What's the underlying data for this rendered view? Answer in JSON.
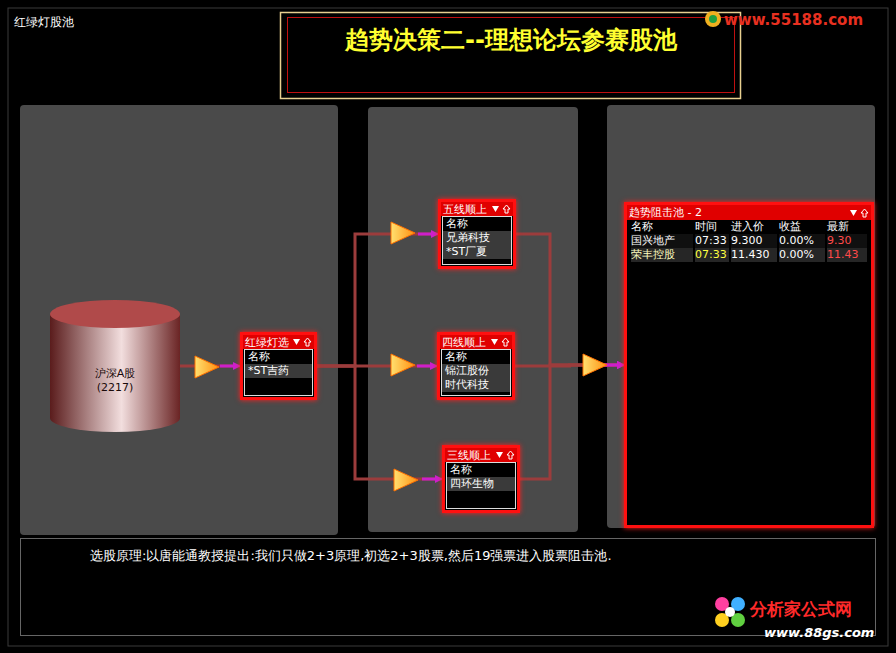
{
  "diagram": {
    "title": "趋势决策二--理想论坛参赛股池",
    "caption": "选股原理:以唐能通教授提出:我们只做2+3原理,初选2+3股票,然后19强票进入股票阻击池.",
    "nodes": [
      {
        "text": [
          "沪深A股",
          "(2217)"
        ]
      },
      {
        "text": [
          "红绿灯选",
          "名称",
          "*ST吉药"
        ]
      },
      {
        "text": [
          "五线顺上",
          "名称",
          "兄弟科技",
          "*ST厂夏"
        ]
      },
      {
        "text": [
          "四线顺上",
          "名称",
          "锦江股份",
          "时代科技"
        ]
      },
      {
        "text": [
          "三线顺上",
          "名称",
          "四环生物"
        ]
      },
      {
        "text": [
          "趋势阻击池 - 2",
          "名称",
          "时间",
          "进入价",
          "收益",
          "最新",
          "国兴地产",
          "07:33",
          "9.300",
          "0.00%",
          "9.30",
          "荣丰控股",
          "07:33",
          "11.430",
          "0.00%",
          "11.43"
        ]
      }
    ],
    "edges": [
      {
        "from": 0,
        "to": 1,
        "arrow": "to"
      },
      {
        "from": 1,
        "to": 2,
        "arrow": "to"
      },
      {
        "from": 1,
        "to": 3,
        "arrow": "to"
      },
      {
        "from": 1,
        "to": 4,
        "arrow": "to"
      },
      {
        "from": 2,
        "to": 5,
        "arrow": "to"
      },
      {
        "from": 3,
        "to": 5,
        "arrow": "to"
      },
      {
        "from": 4,
        "to": 5,
        "arrow": "to"
      }
    ],
    "labels": [
      "红绿灯股池",
      "www.55188.com",
      "分析家公式网",
      "www.88gs.com"
    ]
  }
}
